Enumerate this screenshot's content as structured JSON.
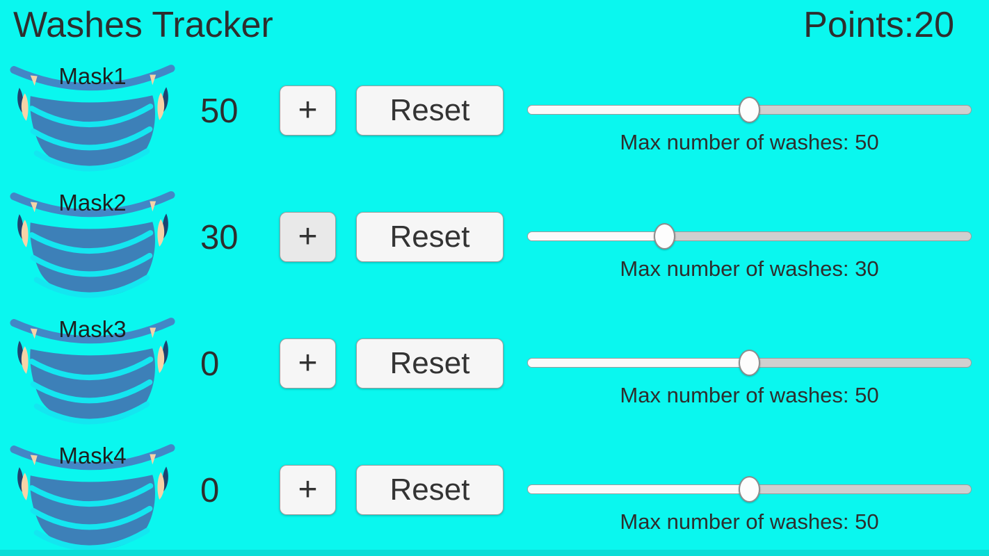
{
  "app": {
    "title": "Washes Tracker",
    "points_label": "Points:",
    "points_value": "20"
  },
  "controls": {
    "increment_label": "+",
    "reset_label": "Reset",
    "max_washes_prefix": "Max number of washes: "
  },
  "colors": {
    "background": "#0af7ef",
    "text": "#2e2e2e",
    "button_background": "#f6f6f6",
    "button_pressed_background": "#e9e9e9",
    "slider_track": "#cfcfcf",
    "slider_fill": "#fafafa",
    "slider_thumb": "#fdfdfd",
    "mask_body": "#3d80b8",
    "mask_band": "#4287c6",
    "mask_pleat": "#14e6f0",
    "mask_strap": "#f6d3a7",
    "bottom_strip": "#0cdcd6"
  },
  "sliders": {
    "min": 0,
    "max": 100
  },
  "masks": [
    {
      "name": "Mask1",
      "count": "50",
      "max_washes": "50"
    },
    {
      "name": "Mask2",
      "count": "30",
      "max_washes": "30"
    },
    {
      "name": "Mask3",
      "count": "0",
      "max_washes": "50"
    },
    {
      "name": "Mask4",
      "count": "0",
      "max_washes": "50"
    }
  ]
}
